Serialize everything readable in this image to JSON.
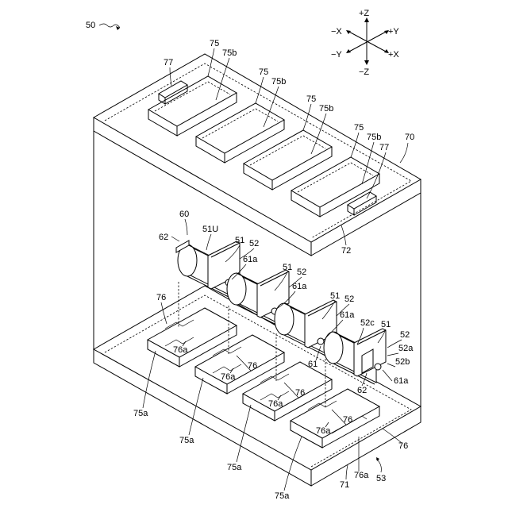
{
  "figure": {
    "ref_main": "50",
    "ref_upper_case": "70",
    "ref_lower_case": "53",
    "ref_upper_face": "72",
    "ref_lower_face": "71",
    "ref_connector": "60",
    "ref_connector_end": "62",
    "ref_cell_top": "51U"
  },
  "axes": {
    "plus_z": "+Z",
    "minus_z": "−Z",
    "minus_x": "−X",
    "plus_x": "+X",
    "plus_y": "+Y",
    "minus_y": "−Y"
  },
  "upper_labels": {
    "pocket": "75",
    "pocket_b": "75b",
    "tab": "77"
  },
  "cell_labels": {
    "cell": "51",
    "cap": "52",
    "terminal": "61a",
    "bus": "61",
    "cap_c": "52c",
    "cap_a": "52a",
    "cap_b": "52b",
    "end": "62"
  },
  "lower_labels": {
    "rib": "76",
    "rib_a": "76a",
    "pocket_a": "75a"
  }
}
